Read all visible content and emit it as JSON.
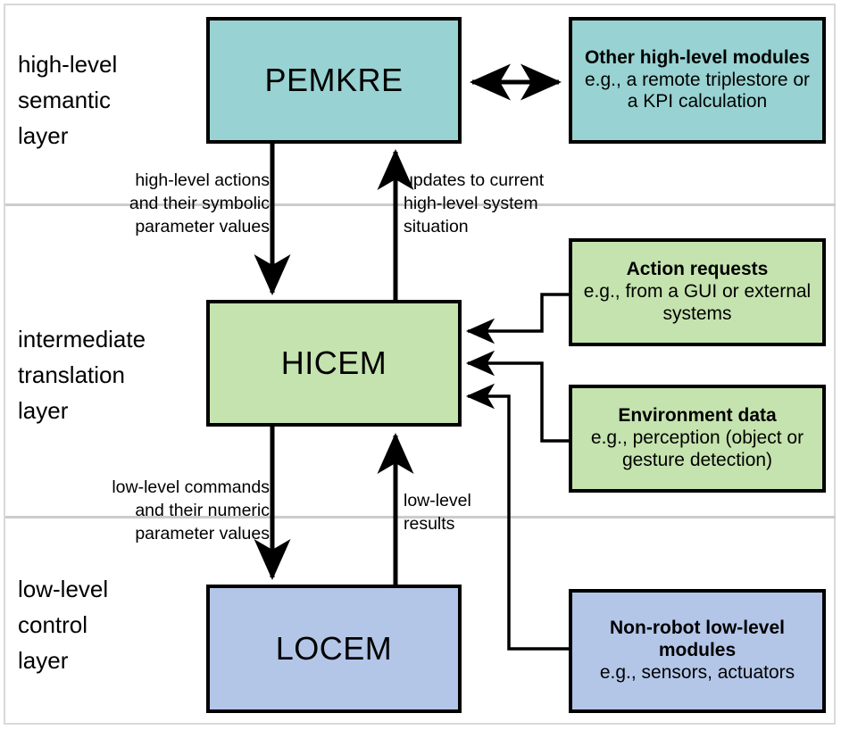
{
  "diagram": {
    "title": "Three-layer robot control architecture",
    "colors": {
      "teal": "#98d2d2",
      "green": "#c5e3ae",
      "blue": "#b3c6e8",
      "stroke": "#000000",
      "divider": "#cccccc",
      "frame": "#d9d9d9",
      "background": "#ffffff"
    }
  },
  "layers": [
    {
      "id": "high",
      "label": "high-level\nsemantic\nlayer"
    },
    {
      "id": "intermediate",
      "label": "intermediate\ntranslation\nlayer"
    },
    {
      "id": "low",
      "label": "low-level\ncontrol\nlayer"
    }
  ],
  "modules": [
    {
      "id": "pemkre",
      "label": "PEMKRE",
      "color": "teal"
    },
    {
      "id": "hicem",
      "label": "HICEM",
      "color": "green"
    },
    {
      "id": "locem",
      "label": "LOCEM",
      "color": "blue"
    }
  ],
  "sideboxes": [
    {
      "id": "other-high-level-modules",
      "title": "Other high-level modules",
      "desc": "e.g., a remote triplestore or a KPI calculation",
      "color": "teal"
    },
    {
      "id": "action-requests",
      "title": "Action requests",
      "desc": "e.g., from a GUI or external systems",
      "color": "green"
    },
    {
      "id": "environment-data",
      "title": "Environment data",
      "desc": "e.g., perception (object or gesture detection)",
      "color": "green"
    },
    {
      "id": "non-robot-low-level-modules",
      "title": "Non-robot low-level modules",
      "desc": "e.g., sensors, actuators",
      "color": "blue"
    }
  ],
  "edge_labels": [
    {
      "id": "pemkre-to-hicem",
      "text": "high-level actions\nand their symbolic\nparameter values"
    },
    {
      "id": "hicem-to-pemkre",
      "text": "updates to current\nhigh-level system\nsituation"
    },
    {
      "id": "hicem-to-locem",
      "text": "low-level commands\nand their numeric\nparameter values"
    },
    {
      "id": "locem-to-hicem",
      "text": "low-level\nresults"
    }
  ]
}
